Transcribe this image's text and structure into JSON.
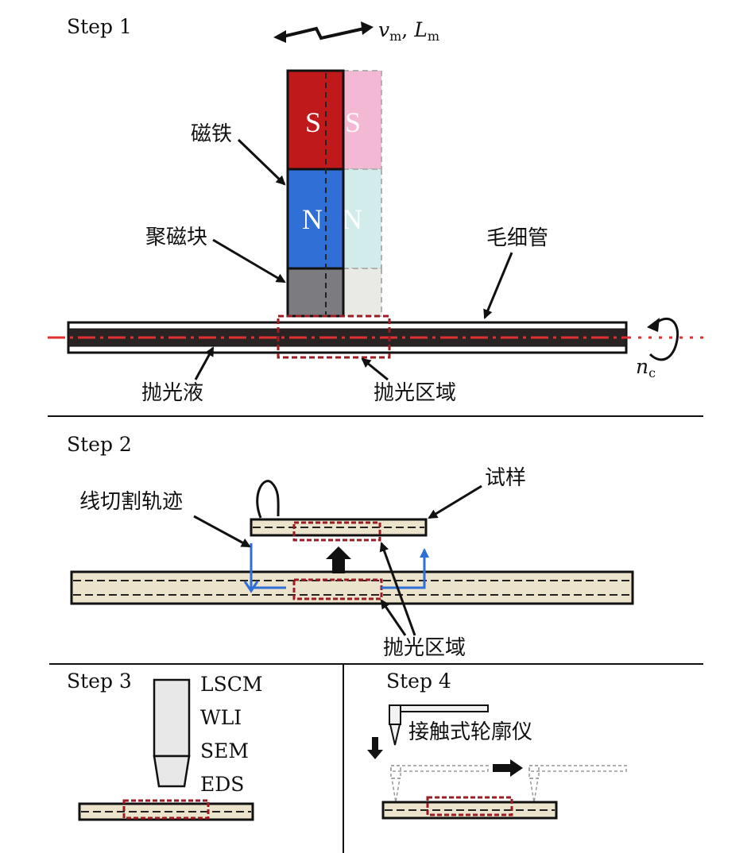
{
  "step1": {
    "title": "Step 1",
    "velocity_label": {
      "v": "v",
      "v_sub": "m",
      "sep": ", ",
      "L": "L",
      "L_sub": "m"
    },
    "magnet_label": "磁铁",
    "concentrator_label": "聚磁块",
    "capillary_label": "毛细管",
    "fluid_label": "抛光液",
    "region_label": "抛光区域",
    "rotation_label": {
      "n": "n",
      "n_sub": "c"
    },
    "pole_s": "S",
    "pole_n": "N"
  },
  "step2": {
    "title": "Step 2",
    "cut_path_label": "线切割轨迹",
    "sample_label": "试样",
    "region_label": "抛光区域"
  },
  "step3": {
    "title": "Step 3",
    "methods": [
      "LSCM",
      "WLI",
      "SEM",
      "EDS"
    ]
  },
  "step4": {
    "title": "Step 4",
    "profiler_label": "接触式轮廓仪"
  },
  "colors": {
    "magnet_red": "#c0191b",
    "magnet_blue": "#2f6fd6",
    "concentrator_gray": "#7b7b80",
    "axis_red": "#e03030",
    "region_dash": "#9b1c24",
    "cut_blue": "#2f6fd6",
    "tube_fill": "#ebe3cc"
  }
}
